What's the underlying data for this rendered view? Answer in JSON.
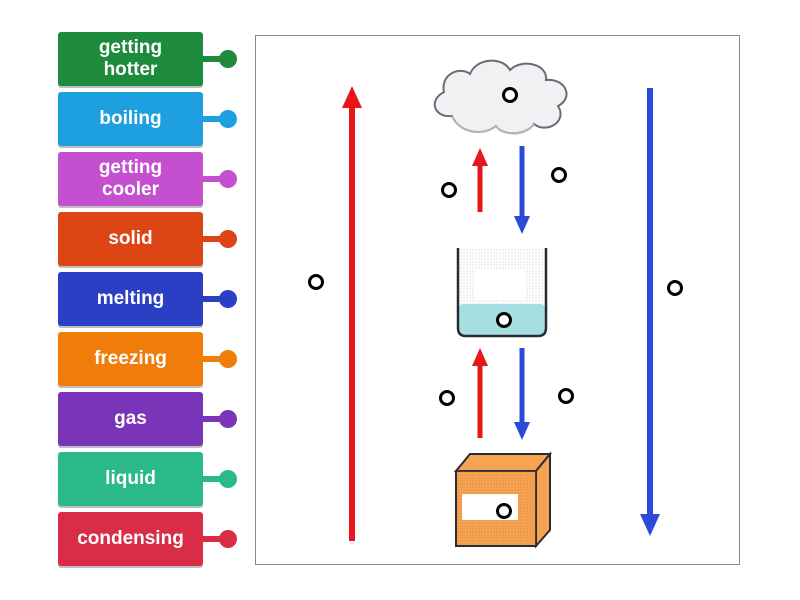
{
  "labels": [
    {
      "text": "getting\nhotter",
      "color": "#1e8a3c"
    },
    {
      "text": "boiling",
      "color": "#1ea0e0"
    },
    {
      "text": "getting\ncooler",
      "color": "#c44fcf"
    },
    {
      "text": "solid",
      "color": "#dd4514"
    },
    {
      "text": "melting",
      "color": "#2b3fc4"
    },
    {
      "text": "freezing",
      "color": "#f07c0a"
    },
    {
      "text": "gas",
      "color": "#7a34b8"
    },
    {
      "text": "liquid",
      "color": "#2bb88a"
    },
    {
      "text": "condensing",
      "color": "#d92c46"
    }
  ],
  "colors": {
    "arrow_up": "#e8161b",
    "arrow_down": "#2b4ad8",
    "cloud_fill": "#f1f1f4",
    "beaker_water": "#a6dfe2",
    "block": "#f6a352"
  },
  "icons": [
    "cloud-icon",
    "beaker-icon",
    "ice-block-icon"
  ]
}
